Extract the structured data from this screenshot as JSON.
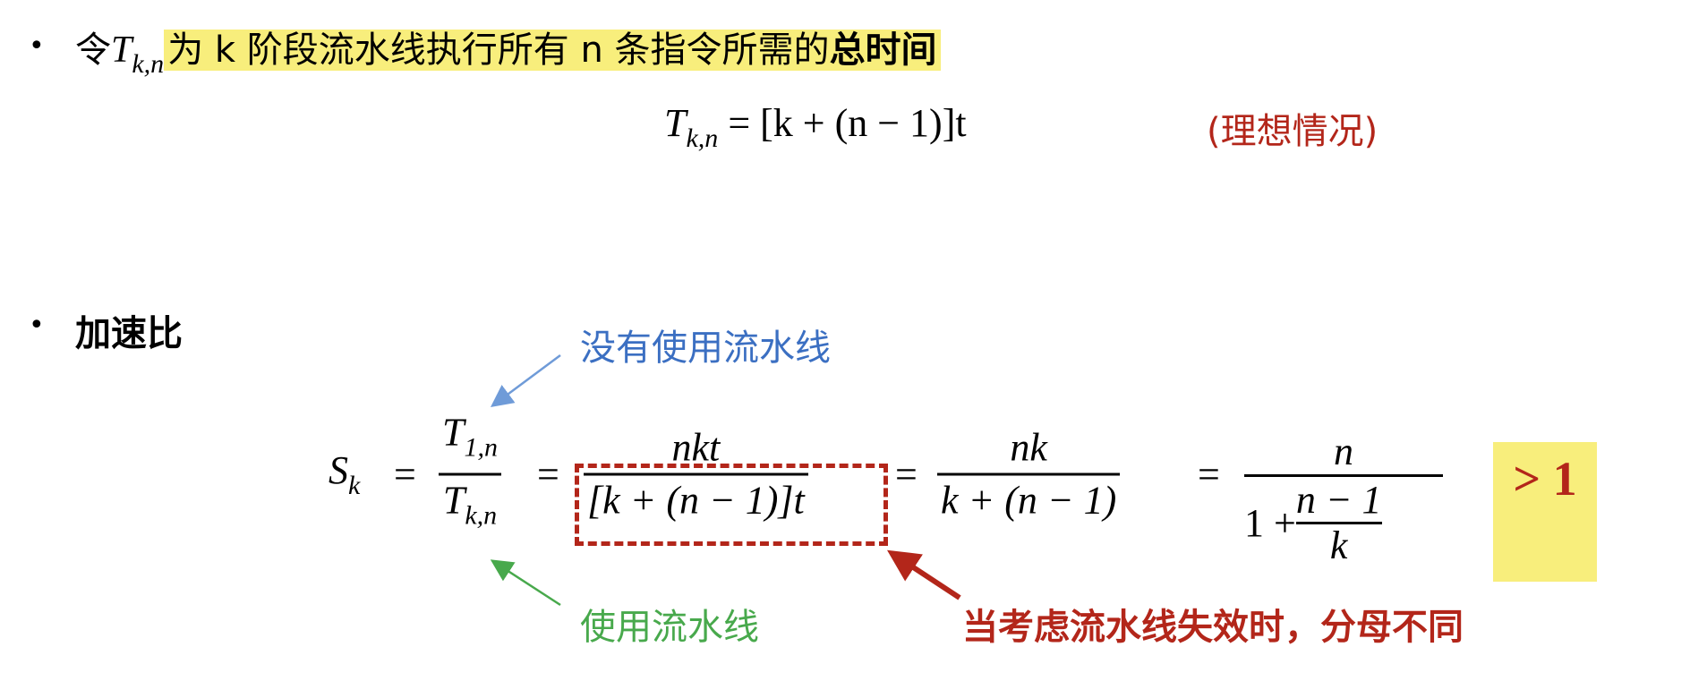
{
  "bullet1": {
    "prefix": "令",
    "var_base": "T",
    "var_sub": "k,n",
    "highlight_text": "为 k 阶段流水线执行所有 n 条指令所需的",
    "bold_text": "总时间"
  },
  "formula1": {
    "lhs_base": "T",
    "lhs_sub": "k,n",
    "rhs": "= [k + (n − 1)]t",
    "note": "(理想情况)"
  },
  "bullet2": {
    "label": "加速比"
  },
  "speedup": {
    "lhs_base": "S",
    "lhs_sub": "k",
    "eq": "=",
    "f1": {
      "num_base": "T",
      "num_sub": "1,n",
      "den_base": "T",
      "den_sub": "k,n"
    },
    "f2": {
      "num": "nkt",
      "den": "[k + (n − 1)]t"
    },
    "f3": {
      "num": "nk",
      "den": "k + (n − 1)"
    },
    "f4": {
      "num": "n",
      "den_prefix": "1 + ",
      "inner_num": "n − 1",
      "inner_den": "k"
    },
    "result": "> 1"
  },
  "annotations": {
    "no_pipeline": "没有使用流水线",
    "with_pipeline": "使用流水线",
    "failure_note": "当考虑流水线失效时，分母不同"
  },
  "colors": {
    "highlight": "#f8ee7c",
    "blue": "#3b6fc2",
    "green": "#48a94c",
    "red": "#b3261a"
  }
}
